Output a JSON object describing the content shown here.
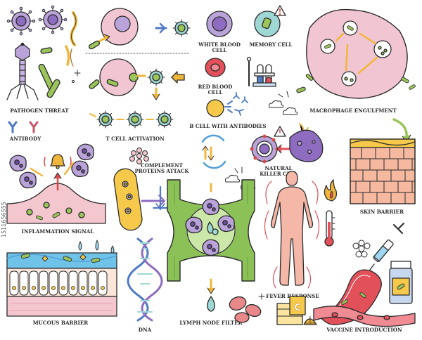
{
  "labels": {
    "pathogen_threat": "PATHOGEN THREAT",
    "t_cell_activation": "T CELL ACTIVATION",
    "white_blood_cell": "WHITE BLOOD CELL",
    "memory_cell": "MEMORY CELL",
    "red_blood_cell": "RED BLOOD CELL",
    "macrophage_engulfment": "MACROPHAGE ENGULFMENT",
    "antibody": "ANTIBODY",
    "b_cell_with_antibodies": "B CELL WITH ANTIBODIES",
    "natural_killer_cell": "NATURAL KILLER CELL",
    "complement_proteins_attack": "COMPLEMENT PROTEINS ATTACK",
    "inflammation_signal": "INFLAMMATION SIGNAL",
    "skin_barrier": "SKIN BARRIER",
    "fever_response": "FEVER RESPONSE",
    "mucous_barrier": "MUCOUS BARRIER",
    "dna": "DNA",
    "lymph_node_filter": "LYMPH NODE FILTER",
    "vaccine_introduction": "VACCINE INTRODUCTION"
  },
  "watermark": "1511656555",
  "colors": {
    "outline": "#2b2b2b",
    "purple_cell": "#b9a3d9",
    "purple_nucleus": "#8e6cc0",
    "teal_cell": "#9fd7d4",
    "green_bacteria": "#9bc55a",
    "pink_tissue": "#f4c7cf",
    "red_blood": "#e2505a",
    "skin_orange": "#f3a77d",
    "yellow_cell": "#f6c94a",
    "blue_antibody": "#4f7bc4",
    "arrow_yellow": "#f0b63c",
    "macrophage_pink": "#f1c6d2",
    "lymph_green": "#8cc158",
    "body_pink": "#f4b7a8"
  },
  "icons": [
    "virus-icon",
    "bacteria-icon",
    "bacteriophage-icon",
    "antibody-icon",
    "t-cell-icon",
    "white-blood-cell-icon",
    "memory-cell-icon",
    "warning-icon",
    "red-blood-cell-icon",
    "test-tubes-icon",
    "macrophage-icon",
    "b-cell-icon",
    "cloud-icon",
    "cycle-arrows-icon",
    "natural-killer-cell-icon",
    "bell-icon",
    "complement-protein-icon",
    "skin-layer-icon",
    "human-body-icon",
    "flame-icon",
    "thermometer-icon",
    "mucous-layer-icon",
    "dna-helix-icon",
    "lymph-node-icon",
    "water-drop-icon",
    "vitamin-c-box-icon",
    "orange-slice-icon",
    "syringe-icon",
    "vial-icon",
    "blood-vessel-icon"
  ]
}
